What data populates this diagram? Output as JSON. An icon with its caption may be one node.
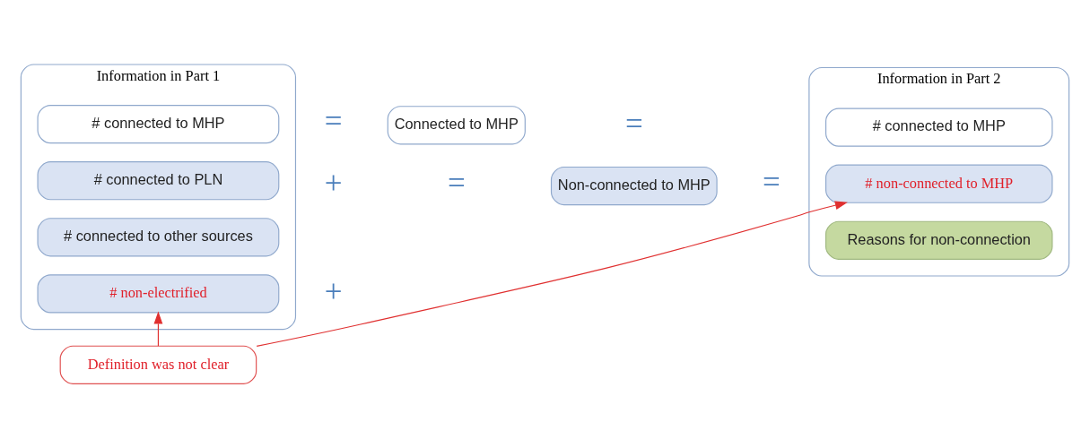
{
  "diagram": {
    "nodes": [
      {
        "text": [
          "Information in Part 1"
        ]
      },
      {
        "text": [
          "# connected to MHP"
        ],
        "in": 0
      },
      {
        "text": [
          "# connected to PLN"
        ],
        "in": 0
      },
      {
        "text": [
          "# connected to other sources"
        ],
        "in": 0
      },
      {
        "text": [
          "# non-electrified"
        ],
        "in": 0
      },
      {
        "text": [
          "Connected to MHP"
        ]
      },
      {
        "text": [
          "Non-connected to MHP"
        ]
      },
      {
        "text": [
          "Information in Part 2"
        ]
      },
      {
        "text": [
          "# connected to MHP"
        ],
        "in": 7
      },
      {
        "text": [
          "# non-connected to MHP"
        ],
        "in": 7
      },
      {
        "text": [
          "Reasons for non-connection"
        ],
        "in": 7
      },
      {
        "text": [
          "Definition was not clear"
        ]
      }
    ],
    "edges": [
      {
        "from": 11,
        "to": 4,
        "arrow": "to"
      },
      {
        "from": 11,
        "to": 9,
        "arrow": "to"
      }
    ],
    "labels": [
      "=",
      "=",
      "+",
      "=",
      "=",
      "+"
    ]
  }
}
